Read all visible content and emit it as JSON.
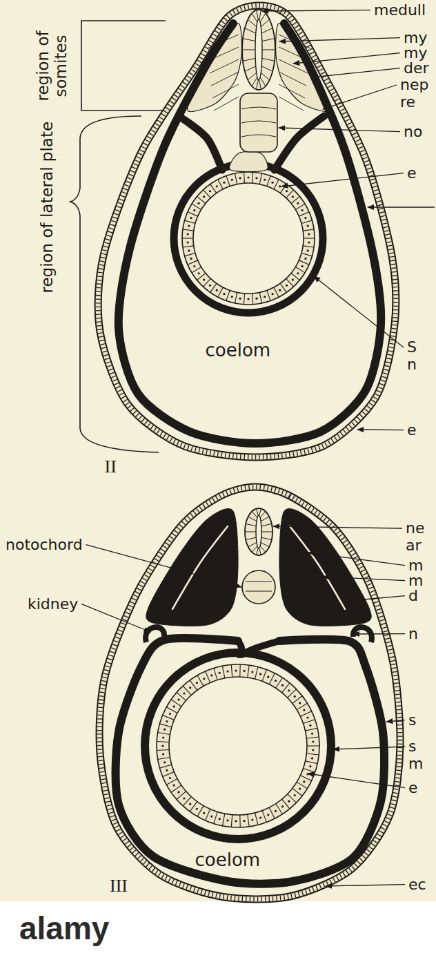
{
  "diagram": {
    "labels": [
      "region of somites",
      "region of lateral plate",
      "coelom",
      "II",
      "medull",
      "my",
      "my",
      "der",
      "nep re",
      "no",
      "e",
      "S n",
      "e",
      "notochord",
      "kidney",
      "coelom",
      "III",
      "ne ar",
      "m",
      "m",
      "d",
      "n",
      "s",
      "s m",
      "e",
      "ec",
      "alamy"
    ]
  }
}
